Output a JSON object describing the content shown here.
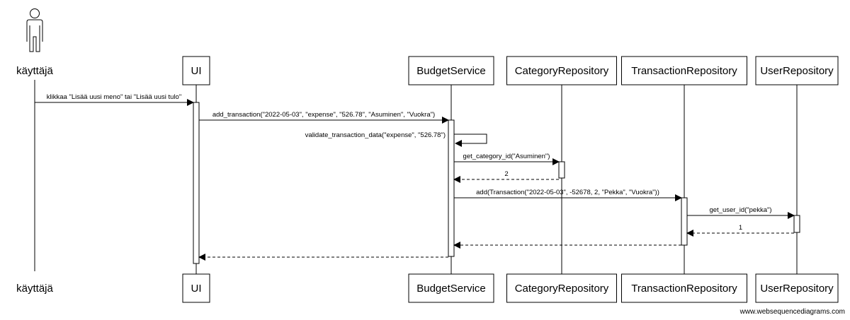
{
  "participants": [
    {
      "id": "user",
      "label": "käyttäjä",
      "kind": "actor"
    },
    {
      "id": "ui",
      "label": "UI",
      "kind": "box"
    },
    {
      "id": "budget",
      "label": "BudgetService",
      "kind": "box"
    },
    {
      "id": "category",
      "label": "CategoryRepository",
      "kind": "box"
    },
    {
      "id": "transaction",
      "label": "TransactionRepository",
      "kind": "box"
    },
    {
      "id": "userrepo",
      "label": "UserRepository",
      "kind": "box"
    }
  ],
  "messages": [
    {
      "from": "user",
      "to": "ui",
      "label": "klikkaa \"Lisää uusi meno\" tai \"Lisää uusi tulo\"",
      "style": "solid"
    },
    {
      "from": "ui",
      "to": "budget",
      "label": "add_transaction(\"2022-05-03\", \"expense\", \"526.78\", \"Asuminen\", \"Vuokra\")",
      "style": "solid"
    },
    {
      "from": "budget",
      "to": "budget",
      "label": "validate_transaction_data(\"expense\", \"526.78\")",
      "style": "self"
    },
    {
      "from": "budget",
      "to": "category",
      "label": "get_category_id(\"Asuminen\")",
      "style": "solid"
    },
    {
      "from": "category",
      "to": "budget",
      "label": "2",
      "style": "dashed"
    },
    {
      "from": "budget",
      "to": "transaction",
      "label": "add(Transaction(\"2022-05-03\", -52678, 2, \"Pekka\", \"Vuokra\"))",
      "style": "solid"
    },
    {
      "from": "transaction",
      "to": "userrepo",
      "label": "get_user_id(\"pekka\")",
      "style": "solid"
    },
    {
      "from": "userrepo",
      "to": "transaction",
      "label": "1",
      "style": "dashed"
    },
    {
      "from": "transaction",
      "to": "budget",
      "label": "",
      "style": "dashed"
    },
    {
      "from": "budget",
      "to": "ui",
      "label": "",
      "style": "dashed"
    }
  ],
  "watermark": "www.websequencediagrams.com"
}
